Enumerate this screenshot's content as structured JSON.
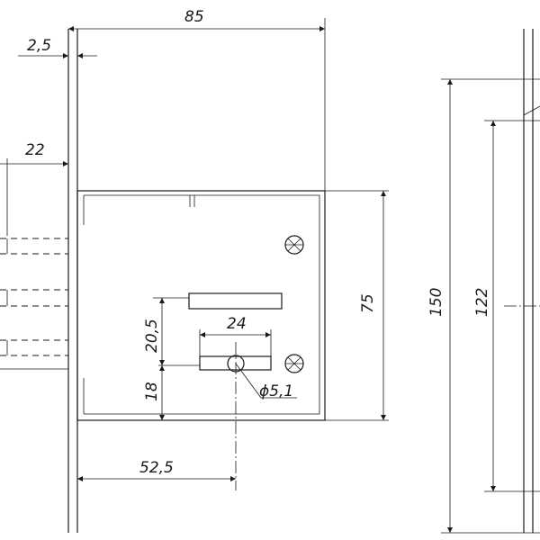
{
  "dimensions": {
    "width_overall": "85",
    "plate_thickness": "2,5",
    "bolt_projection": "22",
    "body_height": "75",
    "plate_height": "150",
    "hole_spacing": "122",
    "slot_offset": "20,5",
    "slot_width": "24",
    "key_height": "18",
    "key_diameter": "ϕ5,1",
    "backset": "52,5"
  },
  "icons": [
    "screw-head-icon",
    "screw-head-icon"
  ]
}
